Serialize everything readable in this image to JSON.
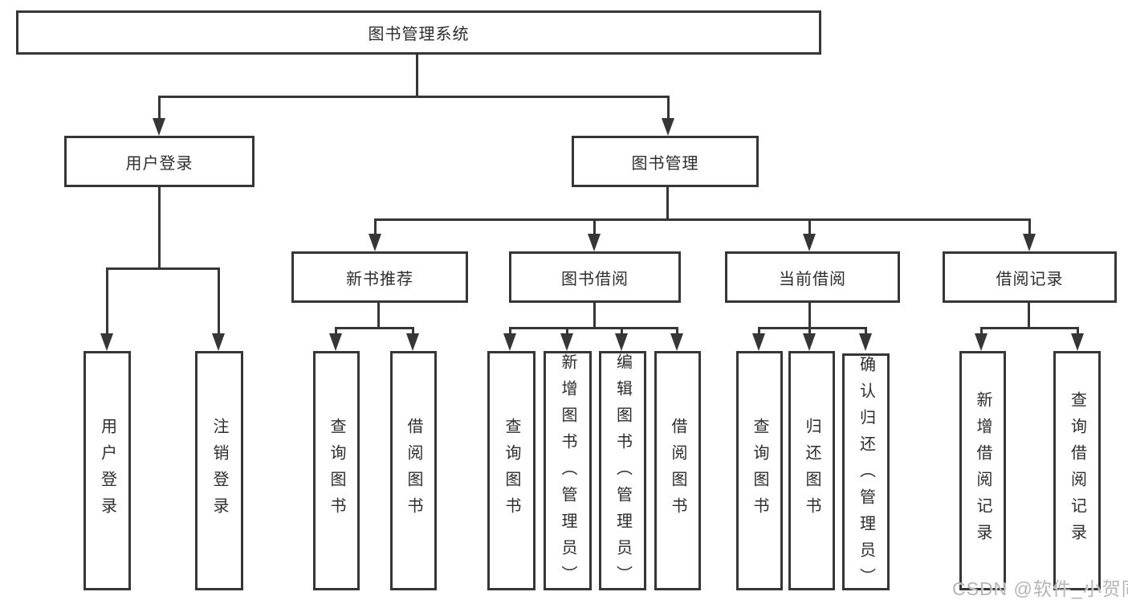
{
  "colors": {
    "line": "#363636",
    "text": "#2d2d2d",
    "watermark": "#b5b5b5",
    "background": "#ffffff"
  },
  "nodes": {
    "root": "图书管理系统",
    "user_login": "用户登录",
    "book_management": "图书管理",
    "new_book_recommend": "新书推荐",
    "book_borrowing": "图书借阅",
    "current_borrowing": "当前借阅",
    "borrowing_records": "借阅记录",
    "leaf_user_login": "用户登录",
    "leaf_logout": "注销登录",
    "leaf_nb_query_books": "查询图书",
    "leaf_nb_borrow_books": "借阅图书",
    "leaf_bb_query_books": "查询图书",
    "leaf_bb_add_books": "新增图书（管理员）",
    "leaf_bb_edit_books": "编辑图书（管理员）",
    "leaf_bb_borrow_books": "借阅图书",
    "leaf_cb_query_books": "查询图书",
    "leaf_cb_return_books": "归还图书",
    "leaf_cb_confirm_return": "确认归还（管理员）",
    "leaf_br_add_record": "新增借阅记录",
    "leaf_br_query_record": "查询借阅记录"
  },
  "watermark": "CSDN @软件_小贺同学"
}
